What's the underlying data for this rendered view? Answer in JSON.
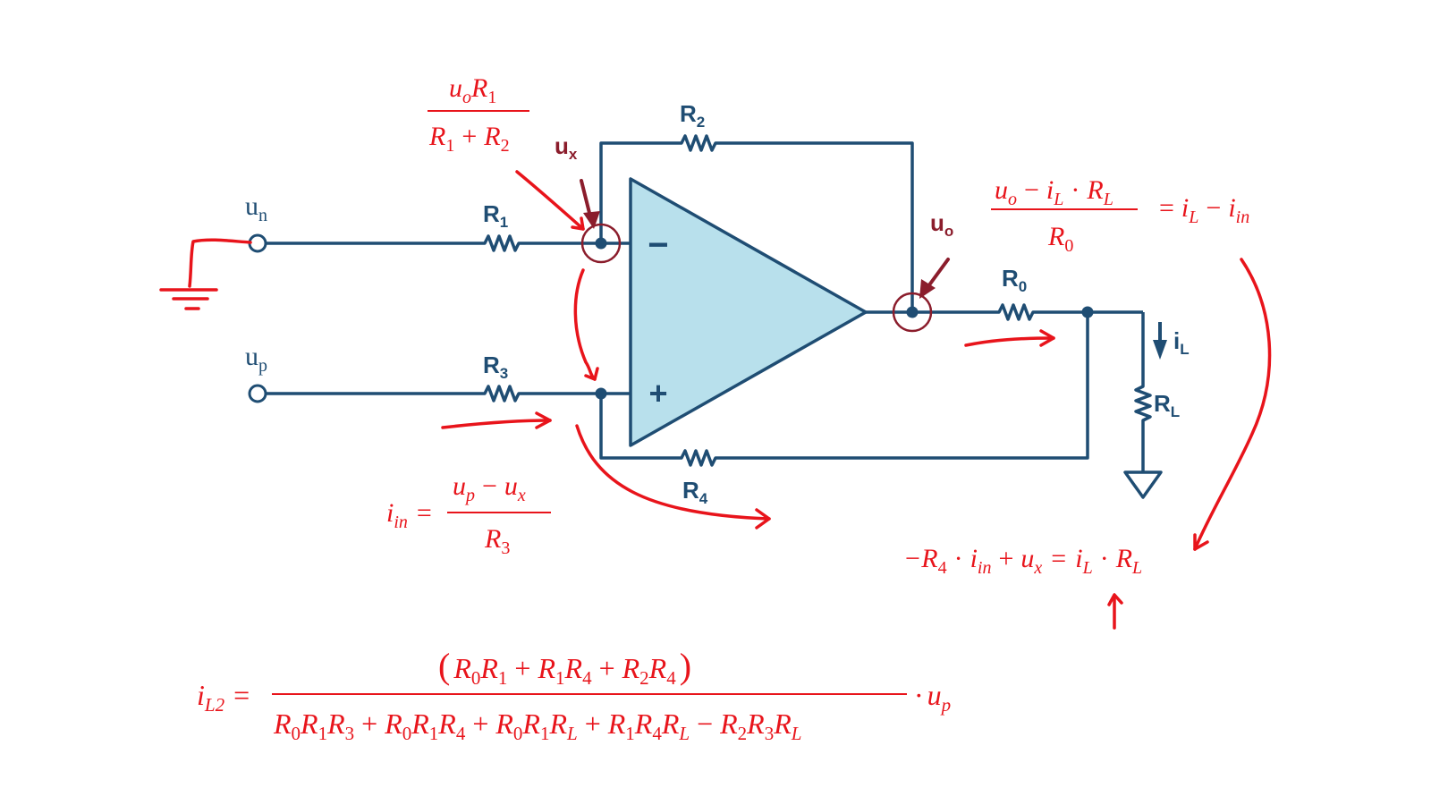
{
  "labels": {
    "un_base": "u",
    "un_sub": "n",
    "up_base": "u",
    "up_sub": "p",
    "r1_base": "R",
    "r1_sub": "1",
    "r2_base": "R",
    "r2_sub": "2",
    "r3_base": "R",
    "r3_sub": "3",
    "r4_base": "R",
    "r4_sub": "4",
    "r0_base": "R",
    "r0_sub": "0",
    "rl_base": "R",
    "rl_sub": "L",
    "ux_base": "u",
    "ux_sub": "x",
    "uo_base": "u",
    "uo_sub": "o",
    "il_base": "i",
    "il_sub": "L",
    "minus_sign": "−",
    "plus_sign": "+"
  },
  "equations": {
    "ux_formula": {
      "num_1": "u",
      "num_1_sub": "o",
      "num_2": "R",
      "num_2_sub": "1",
      "den_1": "R",
      "den_1_sub": "1",
      "den_op": "+",
      "den_2": "R",
      "den_2_sub": "2"
    },
    "iout_formula": {
      "num_1": "u",
      "num_1_sub": "o",
      "num_op1": "−",
      "num_2": "i",
      "num_2_sub": "L",
      "num_op2": "·",
      "num_3": "R",
      "num_3_sub": "L",
      "den_1": "R",
      "den_1_sub": "0",
      "rhs_eq": "=",
      "rhs_1": "i",
      "rhs_1_sub": "L",
      "rhs_op": "−",
      "rhs_2": "i",
      "rhs_2_sub": "in"
    },
    "iin_formula": {
      "lhs": "i",
      "lhs_sub": "in",
      "eq": "=",
      "num_1": "u",
      "num_1_sub": "p",
      "num_op": "−",
      "num_2": "u",
      "num_2_sub": "x",
      "den_1": "R",
      "den_1_sub": "3"
    },
    "node_formula": {
      "t1": "−R",
      "t1_sub": "4",
      "op1": "·",
      "t2": "i",
      "t2_sub": "in",
      "op2": "+",
      "t3": "u",
      "t3_sub": "x",
      "eq": "=",
      "t4": "i",
      "t4_sub": "L",
      "op3": "·",
      "t5": "R",
      "t5_sub": "L"
    },
    "result_formula": {
      "lhs": "i",
      "lhs_sub": "L2",
      "eq": "=",
      "paren_open": "(",
      "paren_close": ")",
      "n1": "R",
      "n1s": "0",
      "n2": "R",
      "n2s": "1",
      "nop1": "+",
      "n3": "R",
      "n3s": "1",
      "n4": "R",
      "n4s": "4",
      "nop2": "+",
      "n5": "R",
      "n5s": "2",
      "n6": "R",
      "n6s": "4",
      "d1": "R",
      "d1s": "0",
      "d2": "R",
      "d2s": "1",
      "d3": "R",
      "d3s": "3",
      "dop1": "+",
      "d4": "R",
      "d4s": "0",
      "d5": "R",
      "d5s": "1",
      "d6": "R",
      "d6s": "4",
      "dop2": "+",
      "d7": "R",
      "d7s": "0",
      "d8": "R",
      "d8s": "1",
      "d9": "R",
      "d9s": "L",
      "dop3": "+",
      "d10": "R",
      "d10s": "1",
      "d11": "R",
      "d11s": "4",
      "d12": "R",
      "d12s": "L",
      "dop4": "−",
      "d13": "R",
      "d13s": "2",
      "d14": "R",
      "d14s": "3",
      "d15": "R",
      "d15s": "L",
      "mult": "·",
      "rhs": "u",
      "rhs_sub": "p"
    }
  },
  "colors": {
    "wire": "#1f4d73",
    "opamp_fill": "#b8e0ec",
    "annotation": "#e8141b",
    "pointer": "#8b1d2c"
  }
}
